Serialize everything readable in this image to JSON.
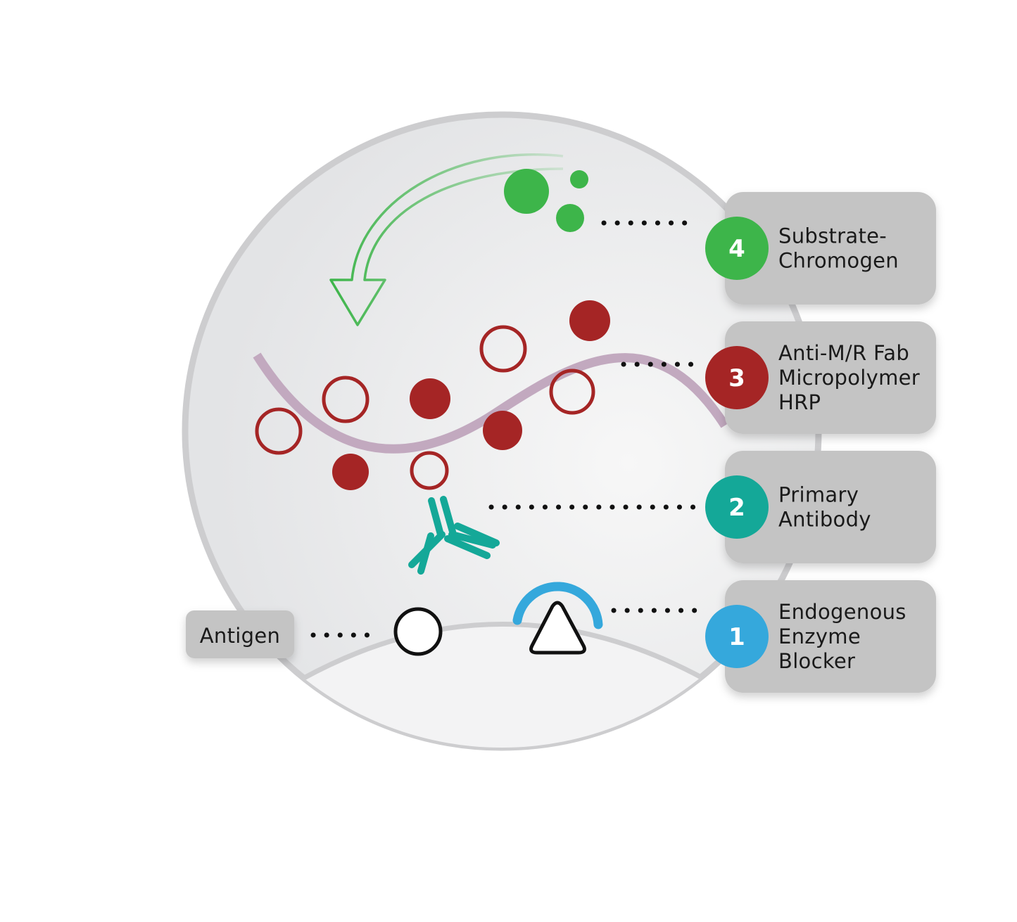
{
  "steps": [
    {
      "number": "1",
      "lines": [
        "Endogenous",
        "Enzyme",
        "Blocker"
      ],
      "color": "#35a8dc"
    },
    {
      "number": "2",
      "lines": [
        "Primary",
        "Antibody"
      ],
      "color": "#14a898"
    },
    {
      "number": "3",
      "lines": [
        "Anti-M/R Fab",
        "Micropolymer",
        "HRP"
      ],
      "color": "#a52525"
    },
    {
      "number": "4",
      "lines": [
        "Substrate-",
        "Chromogen"
      ],
      "color": "#3db54a"
    }
  ],
  "antigen": {
    "label": "Antigen"
  },
  "colors": {
    "circle_fill": "#ececec",
    "circle_stroke": "#cfcfcf",
    "label_box": "#c4c4c4",
    "polymer_chain": "#c2a9bf",
    "hrp_red": "#a52525",
    "chromogen_green": "#3db54a",
    "antibody_teal": "#14a898",
    "blocker_blue": "#35a8dc"
  }
}
